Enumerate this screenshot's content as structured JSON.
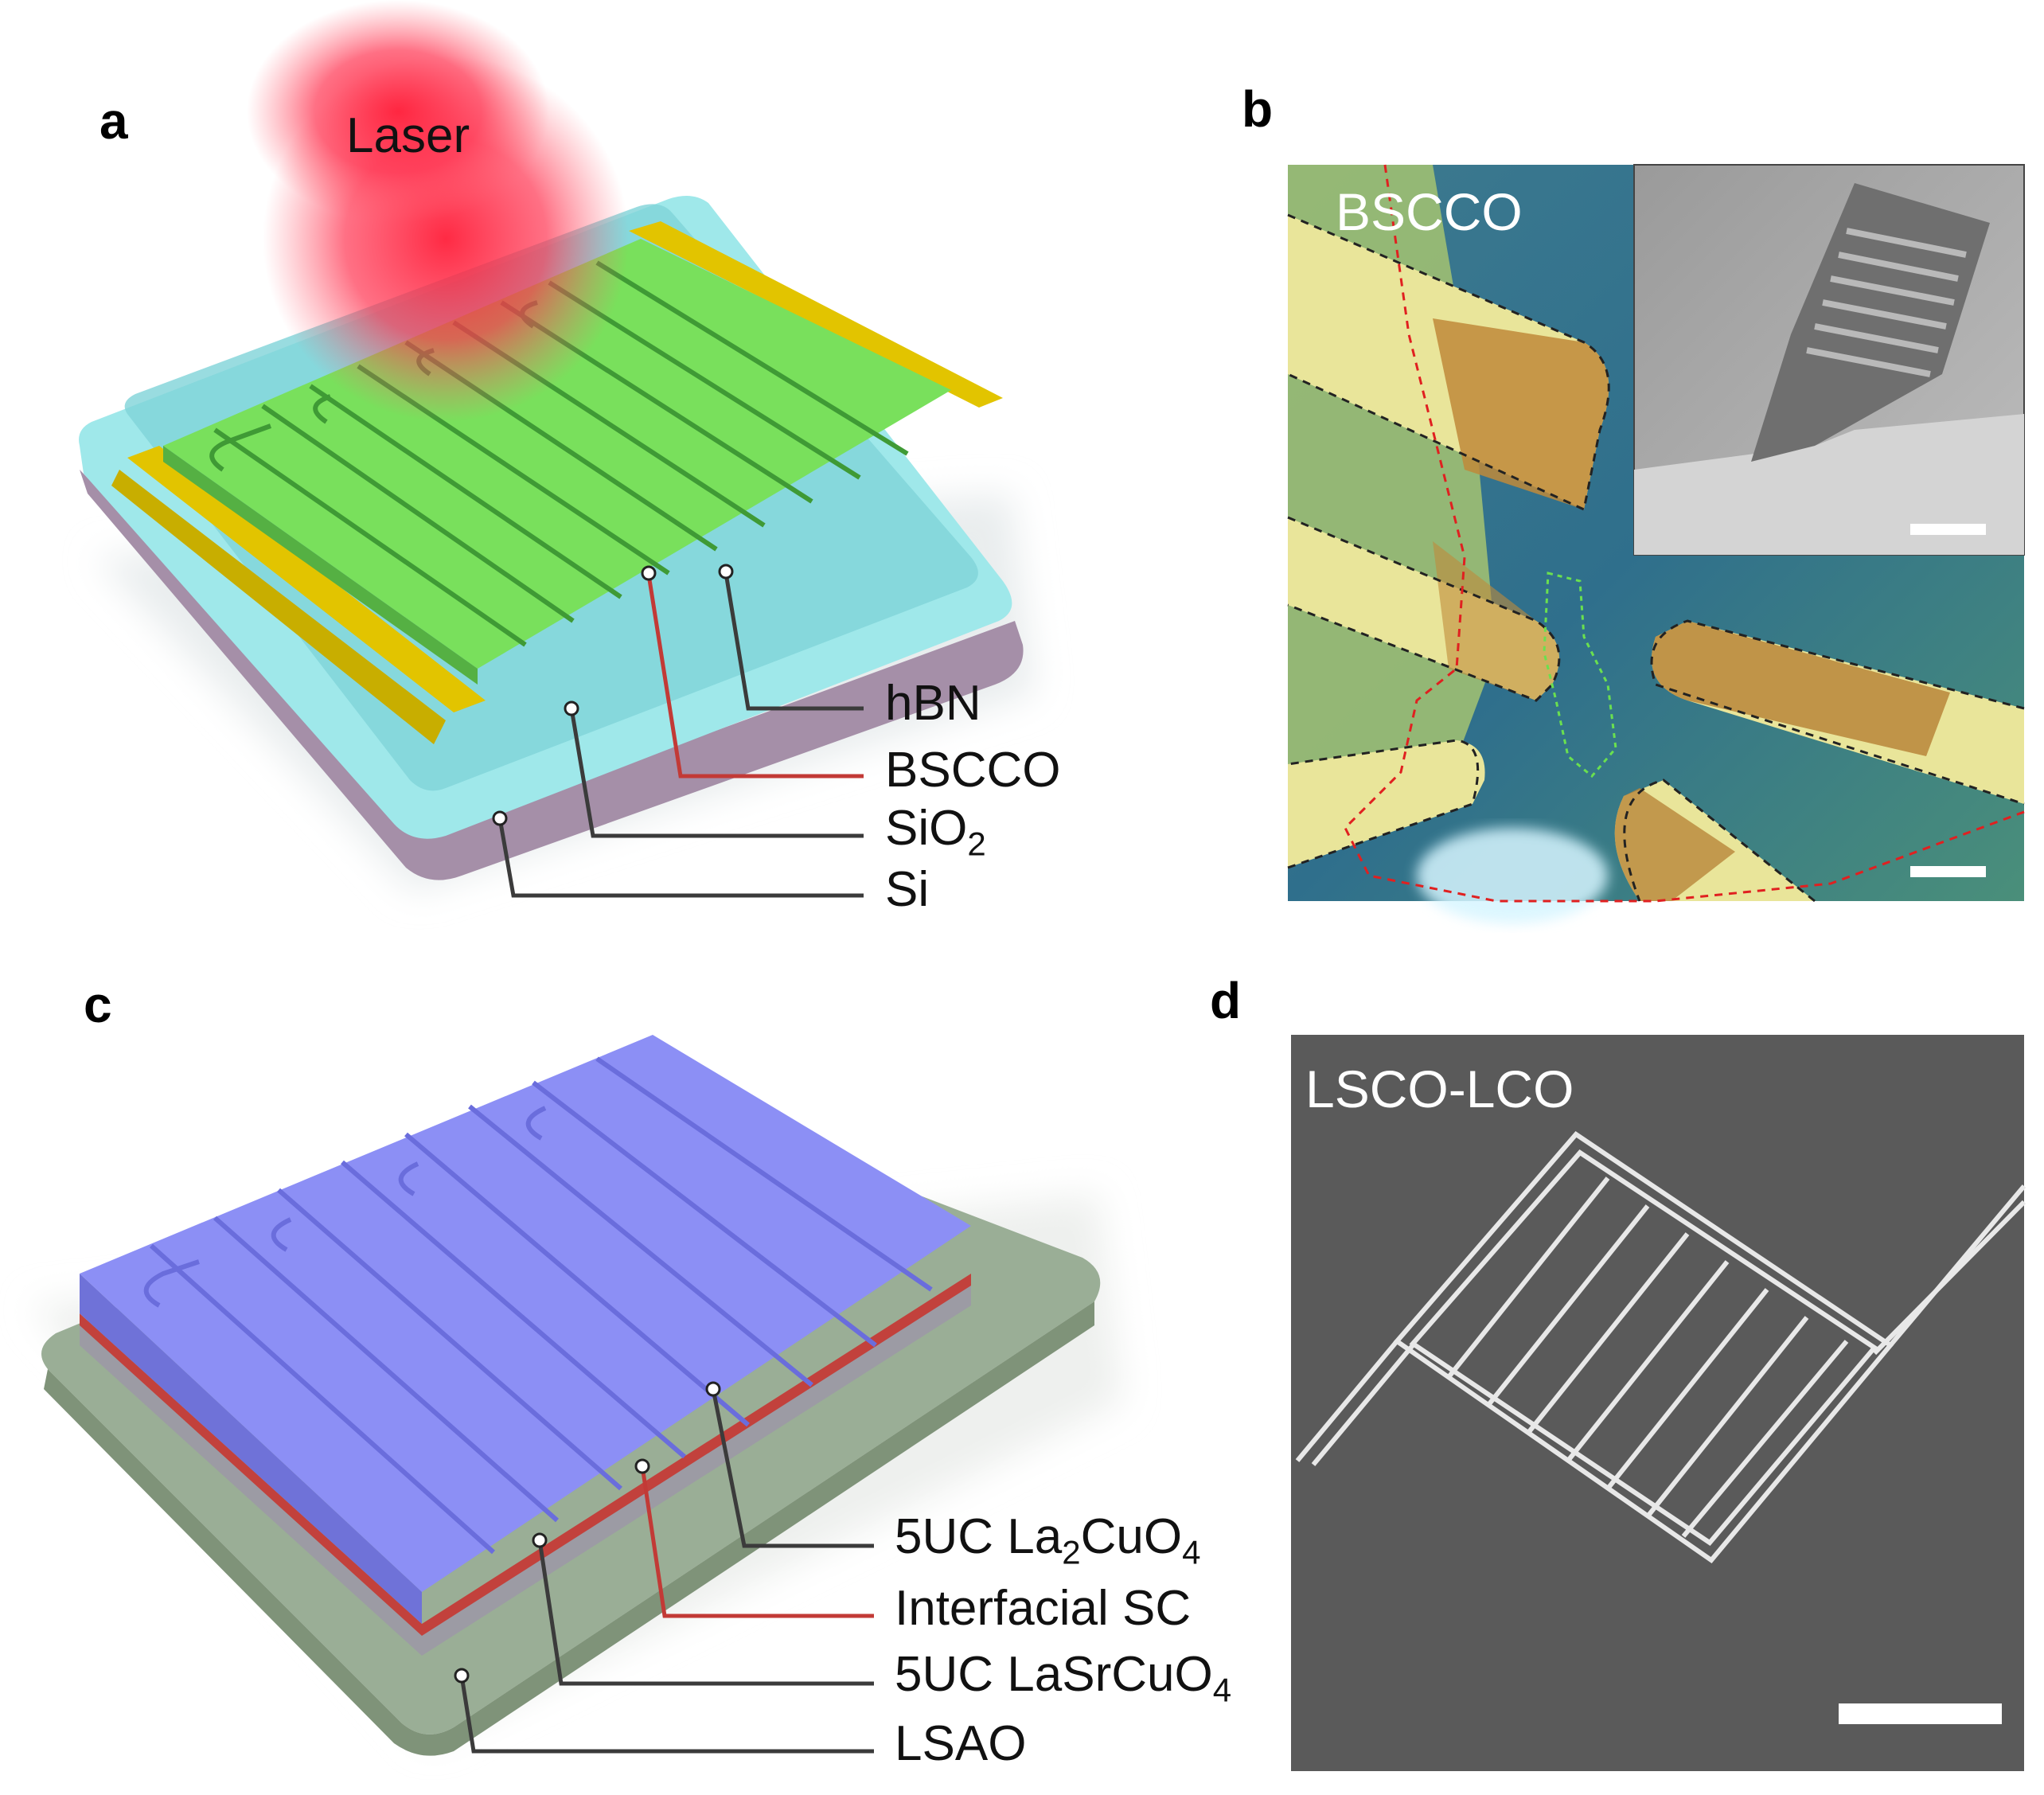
{
  "panels": {
    "a": {
      "letter": "a",
      "laser_label": "Laser",
      "layers": [
        {
          "text": "hBN",
          "sub": "",
          "after": ""
        },
        {
          "text": "BSCCO",
          "sub": "",
          "after": ""
        },
        {
          "text": "SiO",
          "sub": "2",
          "after": ""
        },
        {
          "text": "Si",
          "sub": "",
          "after": ""
        }
      ]
    },
    "b": {
      "letter": "b",
      "image_label": "BSCCO"
    },
    "c": {
      "letter": "c",
      "layers": [
        {
          "text": "5UC La",
          "sub": "2",
          "after": "CuO",
          "sub2": "4"
        },
        {
          "text": "Interfacial SC",
          "sub": "",
          "after": "",
          "sub2": ""
        },
        {
          "text": "5UC LaSrCuO",
          "sub": "4",
          "after": "",
          "sub2": ""
        },
        {
          "text": "LSAO",
          "sub": "",
          "after": "",
          "sub2": ""
        }
      ]
    },
    "d": {
      "letter": "d",
      "image_label": "LSCO-LCO"
    }
  },
  "colors": {
    "hbn": "#8fe3e6",
    "bscco": "#79e05c",
    "gold": "#e2c400",
    "laser": "#ff2a40",
    "blue_film": "#8c8ff5",
    "sc_red": "#c2413c",
    "lsao": "#9aae96",
    "leader_dark": "#3b3b3b",
    "leader_red": "#c23a36"
  }
}
